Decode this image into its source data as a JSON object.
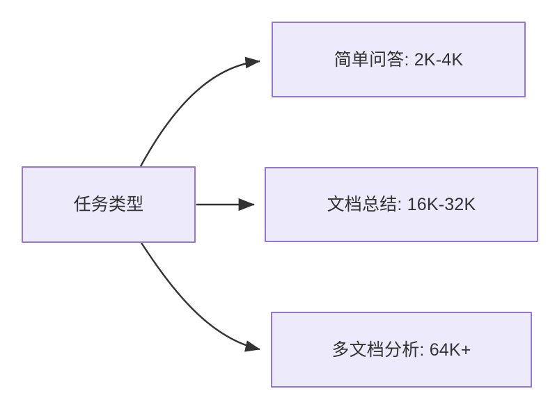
{
  "diagram": {
    "type": "flowchart",
    "direction": "left-to-right",
    "background_color": "#FFFFFF",
    "node_fill_color": "#ECEAFB",
    "node_border_color": "#9277D4",
    "node_text_color": "#333333",
    "edge_color": "#333333",
    "source_node": {
      "id": "task-type",
      "label": "任务类型"
    },
    "target_nodes": [
      {
        "id": "simple-qa",
        "label": "简单问答: 2K-4K",
        "category": "简单问答",
        "range": "2K-4K"
      },
      {
        "id": "doc-summary",
        "label": "文档总结: 16K-32K",
        "category": "文档总结",
        "range": "16K-32K"
      },
      {
        "id": "multi-doc-analysis",
        "label": "多文档分析: 64K+",
        "category": "多文档分析",
        "range": "64K+"
      }
    ],
    "edges": [
      {
        "id": "edge-1",
        "from": "task-type",
        "to": "simple-qa",
        "style": "curved",
        "arrowhead": "filled-triangle",
        "label": ""
      },
      {
        "id": "edge-2",
        "from": "task-type",
        "to": "doc-summary",
        "style": "straight",
        "arrowhead": "filled-triangle",
        "label": ""
      },
      {
        "id": "edge-3",
        "from": "task-type",
        "to": "multi-doc-analysis",
        "style": "curved",
        "arrowhead": "filled-triangle",
        "label": ""
      }
    ]
  }
}
